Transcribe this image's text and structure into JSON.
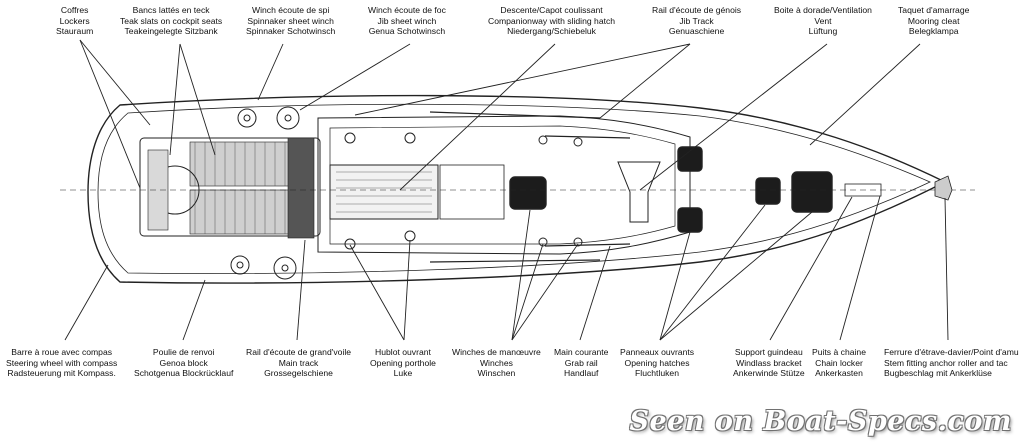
{
  "labels": [
    {
      "id": "coffres",
      "lines": [
        "Coffres",
        "Lockers",
        "Stauraum"
      ]
    },
    {
      "id": "bancs",
      "lines": [
        "Bancs lattés en teck",
        "Teak slats on cockpit seats",
        "Teakeingelegte Sitzbank"
      ]
    },
    {
      "id": "winch-spi",
      "lines": [
        "Winch écoute de spi",
        "Spinnaker sheet winch",
        "Spinnaker Schotwinsch"
      ]
    },
    {
      "id": "winch-foc",
      "lines": [
        "Winch écoute de foc",
        "Jib sheet winch",
        "Genua Schotwinsch"
      ]
    },
    {
      "id": "descente",
      "lines": [
        "Descente/Capot coulissant",
        "Companionway with sliding hatch",
        "Niedergang/Schiebeluk"
      ]
    },
    {
      "id": "rail-genois",
      "lines": [
        "Rail d'écoute de génois",
        "Jib Track",
        "Genuaschiene"
      ]
    },
    {
      "id": "boite-dorade",
      "lines": [
        "Boite à dorade/Ventilation",
        "Vent",
        "Lüftung"
      ]
    },
    {
      "id": "taquet",
      "lines": [
        "Taquet d'amarrage",
        "Mooring cleat",
        "Belegklampa"
      ]
    },
    {
      "id": "barre",
      "lines": [
        "Barre à roue avec compas",
        "Steering wheel with compass",
        "Radsteuerung mit Kompass."
      ]
    },
    {
      "id": "poulie",
      "lines": [
        "Poulie de renvoi",
        "Genoa block",
        "Schotgenua Blockrücklauf"
      ]
    },
    {
      "id": "rail-gv",
      "lines": [
        "Rail d'écoute de grand'voile",
        "Main track",
        "Grossegelschiene"
      ]
    },
    {
      "id": "hublot",
      "lines": [
        "Hublot ouvrant",
        "Opening porthole",
        "Luke"
      ]
    },
    {
      "id": "winches",
      "lines": [
        "Winches de manœuvre",
        "Winches",
        "Winschen"
      ]
    },
    {
      "id": "main-courante",
      "lines": [
        "Main courante",
        "Grab rail",
        "Handlauf"
      ]
    },
    {
      "id": "panneaux",
      "lines": [
        "Panneaux ouvrants",
        "Opening hatches",
        "Fluchtluken"
      ]
    },
    {
      "id": "support",
      "lines": [
        "Support guindeau",
        "Windlass bracket",
        "Ankerwinde Stütze"
      ]
    },
    {
      "id": "puits",
      "lines": [
        "Puits à chaine",
        "Chain locker",
        "Ankerkasten"
      ]
    },
    {
      "id": "ferrure",
      "lines": [
        "Ferrure d'étrave-davier/Point d'amu",
        "Stem fitting anchor roller and tac",
        "Bugbeschlag mit Ankerklüse"
      ]
    }
  ],
  "watermark": "Seen on Boat-Specs.com"
}
